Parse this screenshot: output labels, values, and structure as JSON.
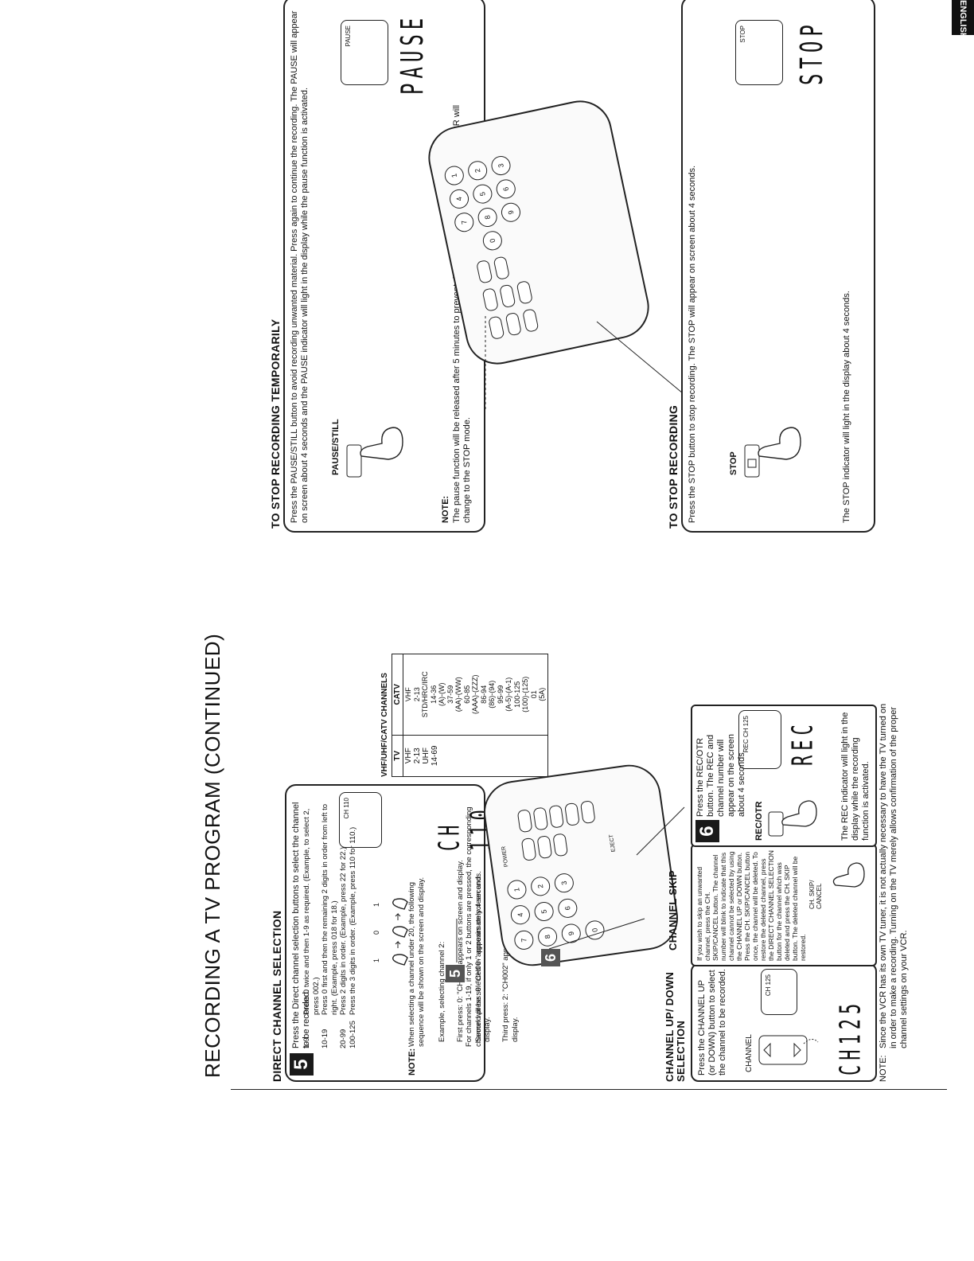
{
  "page": {
    "title": "RECORDING A TV PROGRAM (CONTINUED)",
    "language_tab": "ENGLISH"
  },
  "direct_channel": {
    "heading": "DIRECT CHANNEL SELECTION",
    "step": "5",
    "intro": "Press the Direct channel selection buttons to select the channel to be recorded.",
    "rows": [
      {
        "range": "1-9",
        "text": "Press 0 twice and then 1-9 as required. (Example, to select 2, press 002.)"
      },
      {
        "range": "10-19",
        "text": "Press 0 first and then the remaining 2 digits in order from left to right. (Example, press 018 for 18.)"
      },
      {
        "range": "20-99",
        "text": "Press 2 digits in order. (Example, press 22 for 22.)"
      },
      {
        "range": "100-125",
        "text": "Press the 3 digits in order. (Example, press 110 for 110.)"
      }
    ],
    "finger_labels": [
      "1",
      "0",
      "1"
    ],
    "screen_label": "CH 110",
    "display": "CH 110",
    "note_label": "NOTE:",
    "note_1": "When selecting a channel under 20, the following sequence will be shown on the screen and display.",
    "example_lines": [
      "Example, selecting channel 2:",
      "First press: 0: \"CH0- -\" appears on screen and display.",
      "Second press: 0: \"CH00-\" appears on screen and display.",
      "Third press: 2: \"CH002\" appears on screen and display."
    ],
    "note_2": "For channels 1-19, if only 1 or 2 buttons are pressed, the corresponding channel will be selected in approximately 4 seconds."
  },
  "vhf_table": {
    "title": "VHF/UHF/CATV CHANNELS",
    "head_tv": "TV",
    "head_catv": "CATV",
    "tv_vhf": "VHF",
    "tv_vhf_range": "2-13",
    "tv_uhf": "UHF",
    "tv_uhf_range": "14-69",
    "catv_vhf": "VHF",
    "catv_vhf_range": "2-13",
    "catv_std": "STD/HRC/IRC",
    "catv_list": [
      "14-36",
      "(A)-(W)",
      "37-59",
      "(AA)-(WW)",
      "60-85",
      "(AAA)-(ZZZ)",
      "86-94",
      "(86)-(94)",
      "95-99",
      "(A-5)-(A-1)",
      "100-125",
      "(100)-(125)",
      "01",
      "(5A)"
    ]
  },
  "channel_updown": {
    "heading": "CHANNEL UP/ DOWN SELECTION",
    "text": "Press the CHANNEL UP (or DOWN) button to select the channel to be recorded.",
    "button_label": "CHANNEL",
    "screen_label": "CH 125",
    "display": "CH125"
  },
  "channel_skip": {
    "heading": "CHANNEL SKIP",
    "text": "If you wish to skip an unwanted channel, press the CH. SKIP/CANCEL button. The channel number will blink to indicate that this channel cannot be selected by using the CHANNEL UP or DOWN button. Press the CH. SKIP/CANCEL button once, the channel will be deleted. To restore the deleted channel, press the DIRECT CHANNEL SELECTION button for the channel which was deleted and press the CH. SKIP button. The deleted channel will be restored.",
    "button_label": "CH. SKIP/ CANCEL"
  },
  "rec_step": {
    "step": "6",
    "text": "Press the REC/OTR button. The REC and channel number will appear on the screen about 4 seconds.",
    "button_label": "REC/OTR",
    "screen_label": "REC CH 125",
    "display": "REC",
    "footer": "The REC indicator will light in the display while the recording function is activated."
  },
  "callouts": {
    "five": "5",
    "six": "6"
  },
  "footnote": {
    "label": "NOTE:",
    "text": "Since the VCR has its own TV tuner, it is not actually necessary to have the TV turned on in order to make a recording. Turning on the TV merely allows confirmation of the proper channel settings on your VCR."
  },
  "pause": {
    "heading": "TO STOP RECORDING TEMPORARILY",
    "text": "Press the PAUSE/STILL button to avoid recording unwanted material. Press again to continue the recording. The PAUSE will appear on screen about 4 seconds and the PAUSE indicator will light in the display while the pause function is activated.",
    "button_label": "PAUSE/STILL",
    "screen_label": "PAUSE",
    "display": "PAUSE",
    "note_label": "NOTE:",
    "note": "The pause function will be released after 5 minutes to prevent damage to the tape or the VCR. The VCR will change to the STOP mode."
  },
  "stop": {
    "heading": "TO STOP RECORDING",
    "text": "Press the STOP button to stop recording. The STOP will appear on screen about 4 seconds.",
    "button_label": "STOP",
    "screen_label": "STOP",
    "display": "STOP",
    "footer": "The STOP indicator will light in the display about 4 seconds."
  },
  "remote": {
    "buttons": [
      "1",
      "2",
      "3",
      "4",
      "5",
      "6",
      "7",
      "8",
      "9",
      "0"
    ],
    "labels": [
      "POWER",
      "EJECT"
    ]
  }
}
